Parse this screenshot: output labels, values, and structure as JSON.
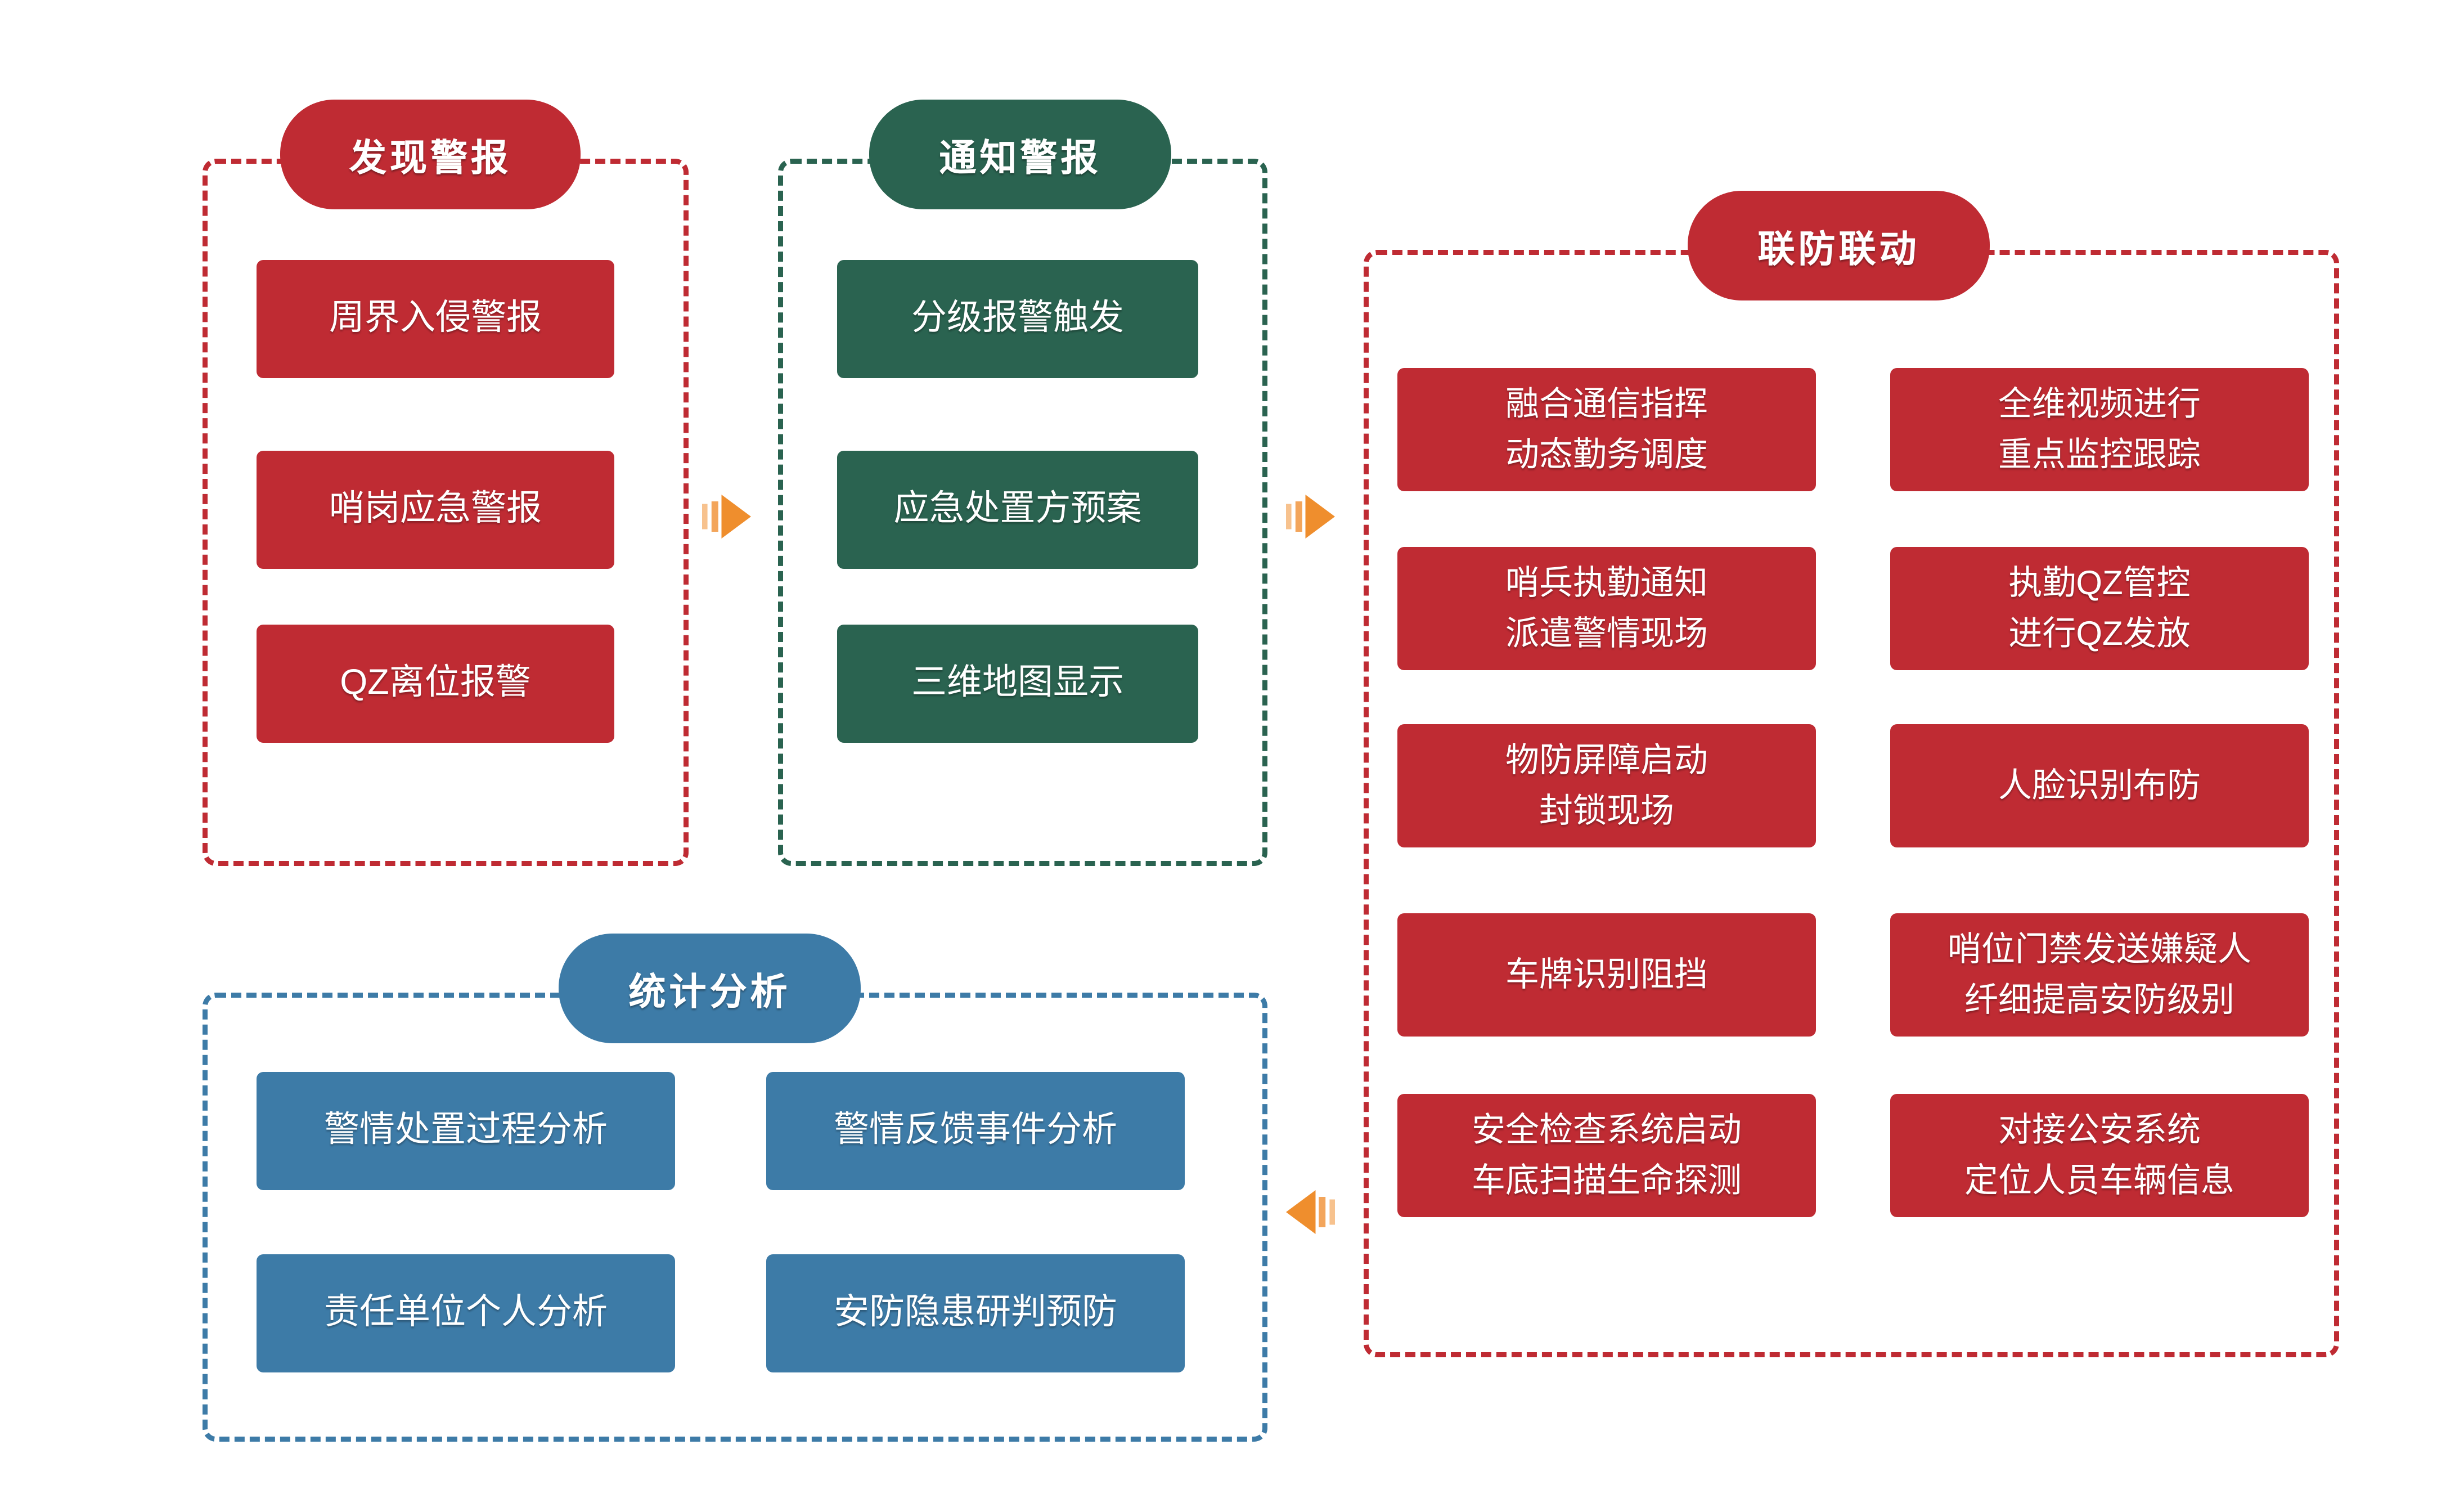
{
  "colors": {
    "red": "#bf2b33",
    "green": "#2a6350",
    "blue": "#3d7ba7",
    "arrow_orange": "#ef8e2d",
    "arrow_orange_mid": "#f3a55b",
    "arrow_orange_light": "#f7c28e",
    "background": "#ffffff",
    "text": "#ffffff"
  },
  "sections": {
    "discover": {
      "title": "发现警报",
      "items": [
        "周界入侵警报",
        "哨岗应急警报",
        "QZ离位报警"
      ]
    },
    "notify": {
      "title": "通知警报",
      "items": [
        "分级报警触发",
        "应急处置方预案",
        "三维地图显示"
      ]
    },
    "joint": {
      "title": "联防联动",
      "col1": [
        "融合通信指挥\n动态勤务调度",
        "哨兵执勤通知\n派遣警情现场",
        "物防屏障启动\n封锁现场",
        "车牌识别阻挡",
        "安全检查系统启动\n车底扫描生命探测"
      ],
      "col2": [
        "全维视频进行\n重点监控跟踪",
        "执勤QZ管控\n进行QZ发放",
        "人脸识别布防",
        "哨位门禁发送嫌疑人\n纤细提高安防级别",
        "对接公安系统\n定位人员车辆信息"
      ]
    },
    "stats": {
      "title": "统计分析",
      "items": [
        "警情处置过程分析",
        "警情反馈事件分析",
        "责任单位个人分析",
        "安防隐患研判预防"
      ]
    }
  },
  "arrows": [
    {
      "id": "discover-to-notify",
      "direction": "right"
    },
    {
      "id": "notify-to-joint",
      "direction": "right"
    },
    {
      "id": "joint-to-stats",
      "direction": "left"
    }
  ]
}
